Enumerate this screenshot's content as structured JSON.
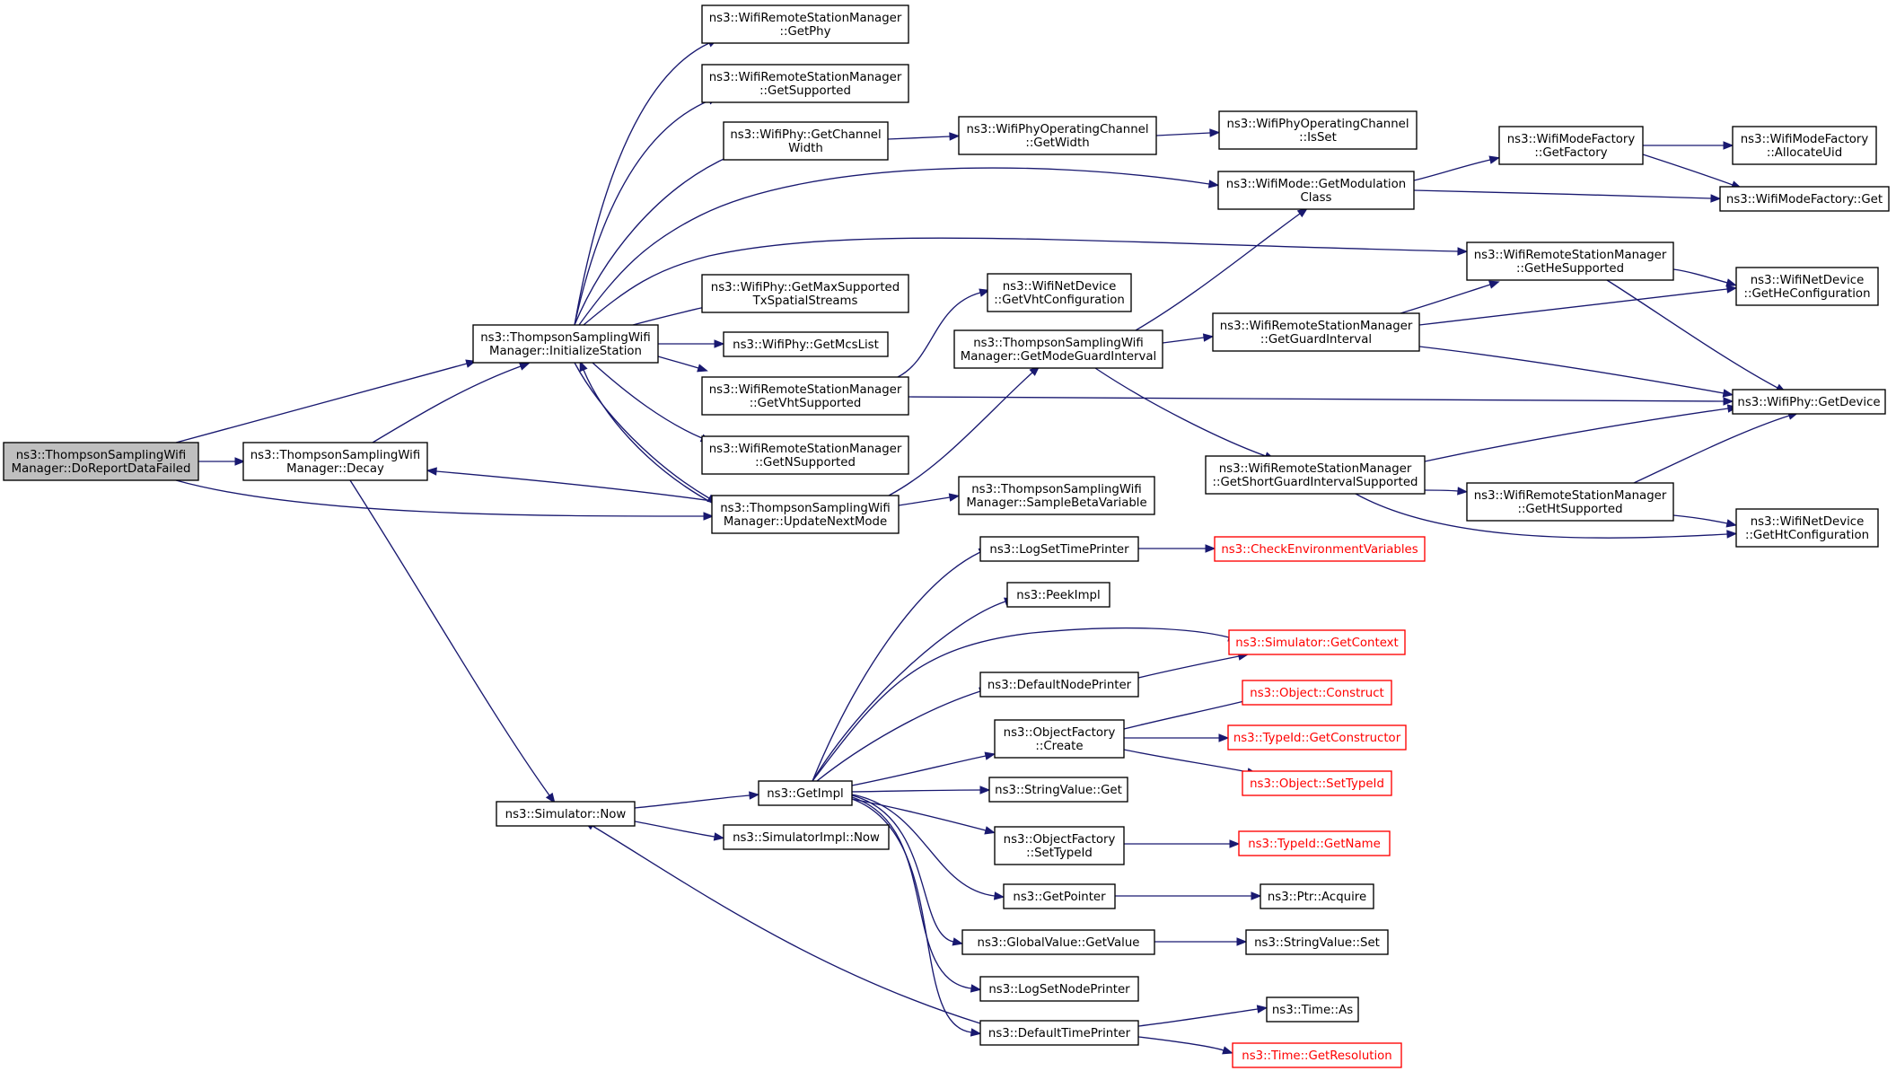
{
  "colors": {
    "edge": "#191970",
    "root_fill": "#bfbfbf",
    "missing_border": "#ff0000",
    "node_border": "#000000"
  },
  "nodes": [
    {
      "id": "root",
      "lines": [
        "ns3::ThompsonSamplingWifi",
        "Manager::DoReportDataFailed"
      ],
      "style": "root"
    },
    {
      "id": "decay",
      "lines": [
        "ns3::ThompsonSamplingWifi",
        "Manager::Decay"
      ]
    },
    {
      "id": "init",
      "lines": [
        "ns3::ThompsonSamplingWifi",
        "Manager::InitializeStation"
      ]
    },
    {
      "id": "update",
      "lines": [
        "ns3::ThompsonSamplingWifi",
        "Manager::UpdateNextMode"
      ]
    },
    {
      "id": "now",
      "lines": [
        "ns3::Simulator::Now"
      ]
    },
    {
      "id": "getphy",
      "lines": [
        "ns3::WifiRemoteStationManager",
        "::GetPhy"
      ]
    },
    {
      "id": "getsupported",
      "lines": [
        "ns3::WifiRemoteStationManager",
        "::GetSupported"
      ]
    },
    {
      "id": "chanwidth",
      "lines": [
        "ns3::WifiPhy::GetChannel",
        "Width"
      ]
    },
    {
      "id": "maxsts",
      "lines": [
        "ns3::WifiPhy::GetMaxSupported",
        "TxSpatialStreams"
      ]
    },
    {
      "id": "mcslist",
      "lines": [
        "ns3::WifiPhy::GetMcsList"
      ]
    },
    {
      "id": "vhtsup",
      "lines": [
        "ns3::WifiRemoteStationManager",
        "::GetVhtSupported"
      ]
    },
    {
      "id": "nsup",
      "lines": [
        "ns3::WifiRemoteStationManager",
        "::GetNSupported"
      ]
    },
    {
      "id": "opgetwidth",
      "lines": [
        "ns3::WifiPhyOperatingChannel",
        "::GetWidth"
      ]
    },
    {
      "id": "opisset",
      "lines": [
        "ns3::WifiPhyOperatingChannel",
        "::IsSet"
      ]
    },
    {
      "id": "modclass",
      "lines": [
        "ns3::WifiMode::GetModulation",
        "Class"
      ]
    },
    {
      "id": "getfactory",
      "lines": [
        "ns3::WifiModeFactory",
        "::GetFactory"
      ]
    },
    {
      "id": "allocuid",
      "lines": [
        "ns3::WifiModeFactory",
        "::AllocateUid"
      ]
    },
    {
      "id": "mfget",
      "lines": [
        "ns3::WifiModeFactory::Get"
      ]
    },
    {
      "id": "hesup",
      "lines": [
        "ns3::WifiRemoteStationManager",
        "::GetHeSupported"
      ]
    },
    {
      "id": "heconf",
      "lines": [
        "ns3::WifiNetDevice",
        "::GetHeConfiguration"
      ]
    },
    {
      "id": "vhtconf",
      "lines": [
        "ns3::WifiNetDevice",
        "::GetVhtConfiguration"
      ]
    },
    {
      "id": "modegi",
      "lines": [
        "ns3::ThompsonSamplingWifi",
        "Manager::GetModeGuardInterval"
      ]
    },
    {
      "id": "getgi",
      "lines": [
        "ns3::WifiRemoteStationManager",
        "::GetGuardInterval"
      ]
    },
    {
      "id": "getdevice",
      "lines": [
        "ns3::WifiPhy::GetDevice"
      ]
    },
    {
      "id": "sgisup",
      "lines": [
        "ns3::WifiRemoteStationManager",
        "::GetShortGuardIntervalSupported"
      ]
    },
    {
      "id": "htsup",
      "lines": [
        "ns3::WifiRemoteStationManager",
        "::GetHtSupported"
      ]
    },
    {
      "id": "htconf",
      "lines": [
        "ns3::WifiNetDevice",
        "::GetHtConfiguration"
      ]
    },
    {
      "id": "samplebeta",
      "lines": [
        "ns3::ThompsonSamplingWifi",
        "Manager::SampleBetaVariable"
      ]
    },
    {
      "id": "getimpl",
      "lines": [
        "ns3::GetImpl"
      ]
    },
    {
      "id": "simimplnow",
      "lines": [
        "ns3::SimulatorImpl::Now"
      ]
    },
    {
      "id": "logsettp",
      "lines": [
        "ns3::LogSetTimePrinter"
      ]
    },
    {
      "id": "checkenv",
      "lines": [
        "ns3::CheckEnvironmentVariables"
      ],
      "style": "red"
    },
    {
      "id": "peekimpl",
      "lines": [
        "ns3::PeekImpl"
      ]
    },
    {
      "id": "getcontext",
      "lines": [
        "ns3::Simulator::GetContext"
      ],
      "style": "red"
    },
    {
      "id": "defnodeprinter",
      "lines": [
        "ns3::DefaultNodePrinter"
      ]
    },
    {
      "id": "ofcreate",
      "lines": [
        "ns3::ObjectFactory",
        "::Create"
      ]
    },
    {
      "id": "objconstruct",
      "lines": [
        "ns3::Object::Construct"
      ],
      "style": "red"
    },
    {
      "id": "getconstructor",
      "lines": [
        "ns3::TypeId::GetConstructor"
      ],
      "style": "red"
    },
    {
      "id": "settypeid",
      "lines": [
        "ns3::Object::SetTypeId"
      ],
      "style": "red"
    },
    {
      "id": "svget",
      "lines": [
        "ns3::StringValue::Get"
      ]
    },
    {
      "id": "ofsettypeid",
      "lines": [
        "ns3::ObjectFactory",
        "::SetTypeId"
      ]
    },
    {
      "id": "typeidgetname",
      "lines": [
        "ns3::TypeId::GetName"
      ],
      "style": "red"
    },
    {
      "id": "getpointer",
      "lines": [
        "ns3::GetPointer"
      ]
    },
    {
      "id": "ptracquire",
      "lines": [
        "ns3::Ptr::Acquire"
      ]
    },
    {
      "id": "gvgetvalue",
      "lines": [
        "ns3::GlobalValue::GetValue"
      ]
    },
    {
      "id": "svset",
      "lines": [
        "ns3::StringValue::Set"
      ]
    },
    {
      "id": "logsetnp",
      "lines": [
        "ns3::LogSetNodePrinter"
      ]
    },
    {
      "id": "deftimeprinter",
      "lines": [
        "ns3::DefaultTimePrinter"
      ]
    },
    {
      "id": "timeas",
      "lines": [
        "ns3::Time::As"
      ]
    },
    {
      "id": "getresolution",
      "lines": [
        "ns3::Time::GetResolution"
      ],
      "style": "red"
    }
  ],
  "edges": [
    [
      "root",
      "decay"
    ],
    [
      "root",
      "init"
    ],
    [
      "root",
      "update"
    ],
    [
      "decay",
      "init"
    ],
    [
      "decay",
      "now"
    ],
    [
      "init",
      "getphy"
    ],
    [
      "init",
      "getsupported"
    ],
    [
      "init",
      "chanwidth"
    ],
    [
      "init",
      "modclass"
    ],
    [
      "init",
      "hesup"
    ],
    [
      "init",
      "maxsts"
    ],
    [
      "init",
      "mcslist"
    ],
    [
      "init",
      "vhtsup"
    ],
    [
      "init",
      "nsup"
    ],
    [
      "init",
      "update"
    ],
    [
      "update",
      "decay"
    ],
    [
      "update",
      "init"
    ],
    [
      "update",
      "modegi"
    ],
    [
      "update",
      "samplebeta"
    ],
    [
      "chanwidth",
      "opgetwidth"
    ],
    [
      "opgetwidth",
      "opisset"
    ],
    [
      "modclass",
      "getfactory"
    ],
    [
      "modclass",
      "mfget"
    ],
    [
      "getfactory",
      "allocuid"
    ],
    [
      "getfactory",
      "mfget"
    ],
    [
      "hesup",
      "heconf"
    ],
    [
      "hesup",
      "getdevice"
    ],
    [
      "vhtsup",
      "vhtconf"
    ],
    [
      "vhtsup",
      "getdevice"
    ],
    [
      "modegi",
      "modclass"
    ],
    [
      "modegi",
      "getgi"
    ],
    [
      "modegi",
      "sgisup"
    ],
    [
      "getgi",
      "hesup"
    ],
    [
      "getgi",
      "heconf"
    ],
    [
      "getgi",
      "getdevice"
    ],
    [
      "sgisup",
      "getdevice"
    ],
    [
      "sgisup",
      "htsup"
    ],
    [
      "sgisup",
      "htconf"
    ],
    [
      "htsup",
      "getdevice"
    ],
    [
      "htsup",
      "htconf"
    ],
    [
      "now",
      "getimpl"
    ],
    [
      "now",
      "simimplnow"
    ],
    [
      "getimpl",
      "logsettp"
    ],
    [
      "getimpl",
      "peekimpl"
    ],
    [
      "getimpl",
      "getcontext"
    ],
    [
      "getimpl",
      "defnodeprinter"
    ],
    [
      "getimpl",
      "ofcreate"
    ],
    [
      "getimpl",
      "svget"
    ],
    [
      "getimpl",
      "ofsettypeid"
    ],
    [
      "getimpl",
      "getpointer"
    ],
    [
      "getimpl",
      "gvgetvalue"
    ],
    [
      "getimpl",
      "logsetnp"
    ],
    [
      "getimpl",
      "deftimeprinter"
    ],
    [
      "logsettp",
      "checkenv"
    ],
    [
      "defnodeprinter",
      "getcontext"
    ],
    [
      "ofcreate",
      "objconstruct"
    ],
    [
      "ofcreate",
      "getconstructor"
    ],
    [
      "ofcreate",
      "settypeid"
    ],
    [
      "ofsettypeid",
      "typeidgetname"
    ],
    [
      "getpointer",
      "ptracquire"
    ],
    [
      "gvgetvalue",
      "svset"
    ],
    [
      "deftimeprinter",
      "now"
    ],
    [
      "deftimeprinter",
      "timeas"
    ],
    [
      "deftimeprinter",
      "getresolution"
    ]
  ]
}
